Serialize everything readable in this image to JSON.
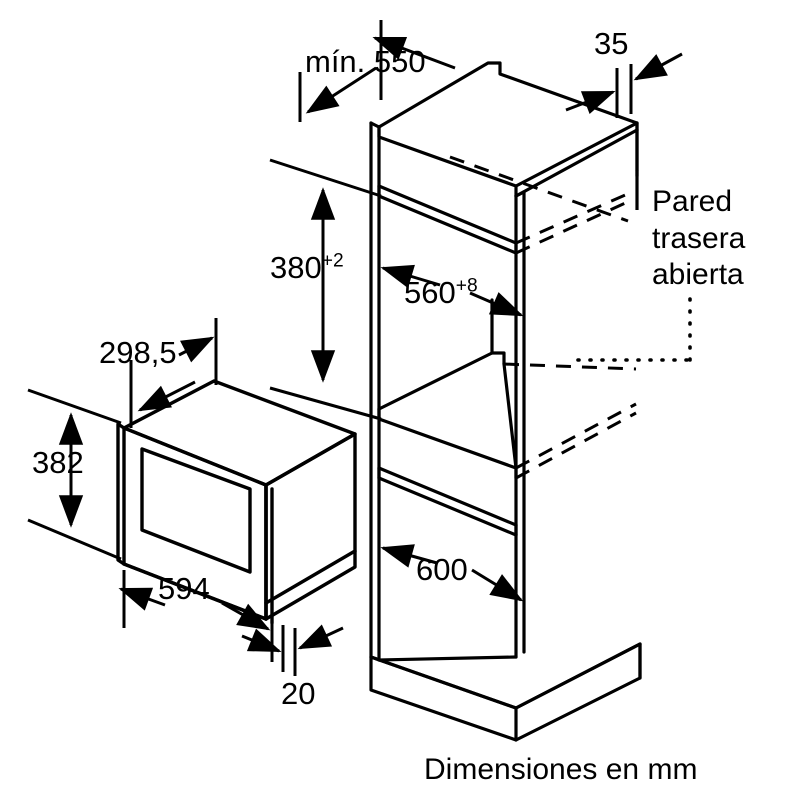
{
  "drawing": {
    "title": "Dimensiones en mm",
    "units": "mm",
    "type": "installation-dimension-drawing",
    "subject": "built-in microwave oven and cabinet niche"
  },
  "dimensions": {
    "niche_depth": {
      "value": "mín. 550",
      "base": "550",
      "prefix": "mín. "
    },
    "front_overhang": {
      "value": "35"
    },
    "niche_height": {
      "base": "380",
      "tolerance": "+2",
      "value": "380+2"
    },
    "niche_width": {
      "base": "560",
      "tolerance": "+8",
      "value": "560+8"
    },
    "cabinet_width": {
      "value": "600"
    },
    "appliance_depth": {
      "value": "298,5"
    },
    "appliance_height": {
      "value": "382"
    },
    "appliance_width": {
      "value": "594"
    },
    "appliance_frame": {
      "value": "20"
    }
  },
  "annotations": {
    "rear_wall_note": {
      "line1": "Pared",
      "line2": "trasera",
      "line3": "abierta"
    }
  },
  "footer": {
    "caption": "Dimensiones en mm"
  },
  "colors": {
    "stroke": "#000000",
    "background": "#ffffff",
    "text": "#000000"
  }
}
